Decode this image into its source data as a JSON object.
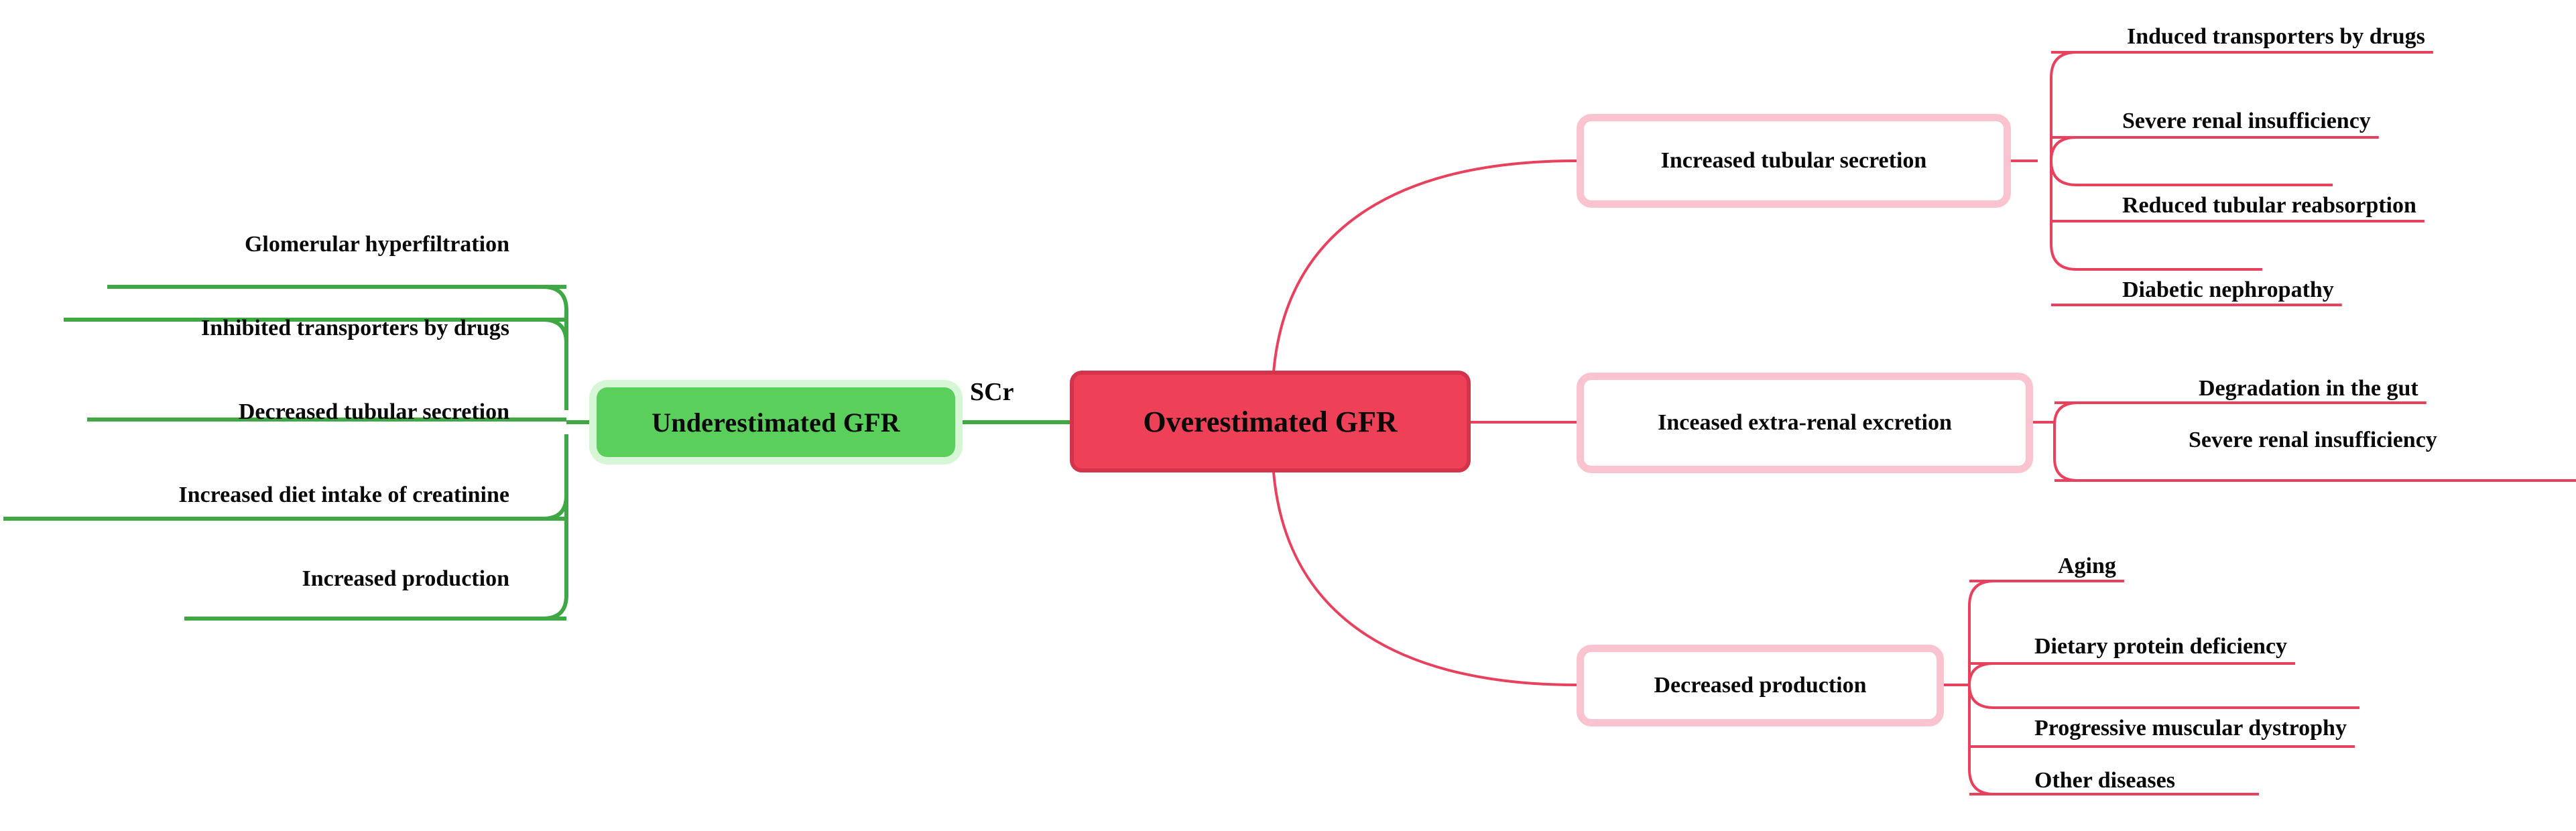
{
  "diagram": {
    "type": "mind-map",
    "title_marker": "SCr",
    "colors": {
      "green_fill": "#5ACF5C",
      "green_glow": "#D6F6D6",
      "green_line": "#3FA845",
      "red_fill": "#EE4158",
      "red_border": "#D3344A",
      "pink_border": "#F9C3CF",
      "red_line": "#E8415E",
      "text": "#0A0A0A",
      "background": "#FFFFFF"
    }
  },
  "center": {
    "left_node": {
      "label": "Underestimated GFR"
    },
    "connector_label": "SCr",
    "right_node": {
      "label": "Overestimated GFR"
    }
  },
  "left_branch": {
    "items": [
      {
        "label": "Glomerular hyperfiltration"
      },
      {
        "label": "Inhibited transporters by drugs"
      },
      {
        "label": "Decreased tubular secretion"
      },
      {
        "label": "Increased diet intake of creatinine"
      },
      {
        "label": "Increased production"
      }
    ]
  },
  "right_branches": [
    {
      "label": "Increased tubular secretion",
      "items": [
        {
          "label": "Induced transporters by drugs"
        },
        {
          "label": "Severe renal insufficiency"
        },
        {
          "label": "Reduced tubular reabsorption"
        },
        {
          "label": "Diabetic nephropathy"
        }
      ]
    },
    {
      "label": "Inceased extra-renal excretion",
      "items": [
        {
          "label": "Degradation in the gut"
        },
        {
          "label": "Severe renal insufficiency"
        }
      ]
    },
    {
      "label": "Decreased production",
      "items": [
        {
          "label": "Aging"
        },
        {
          "label": "Dietary protein deficiency"
        },
        {
          "label": "Progressive muscular dystrophy"
        },
        {
          "label": "Other diseases"
        }
      ]
    }
  ]
}
